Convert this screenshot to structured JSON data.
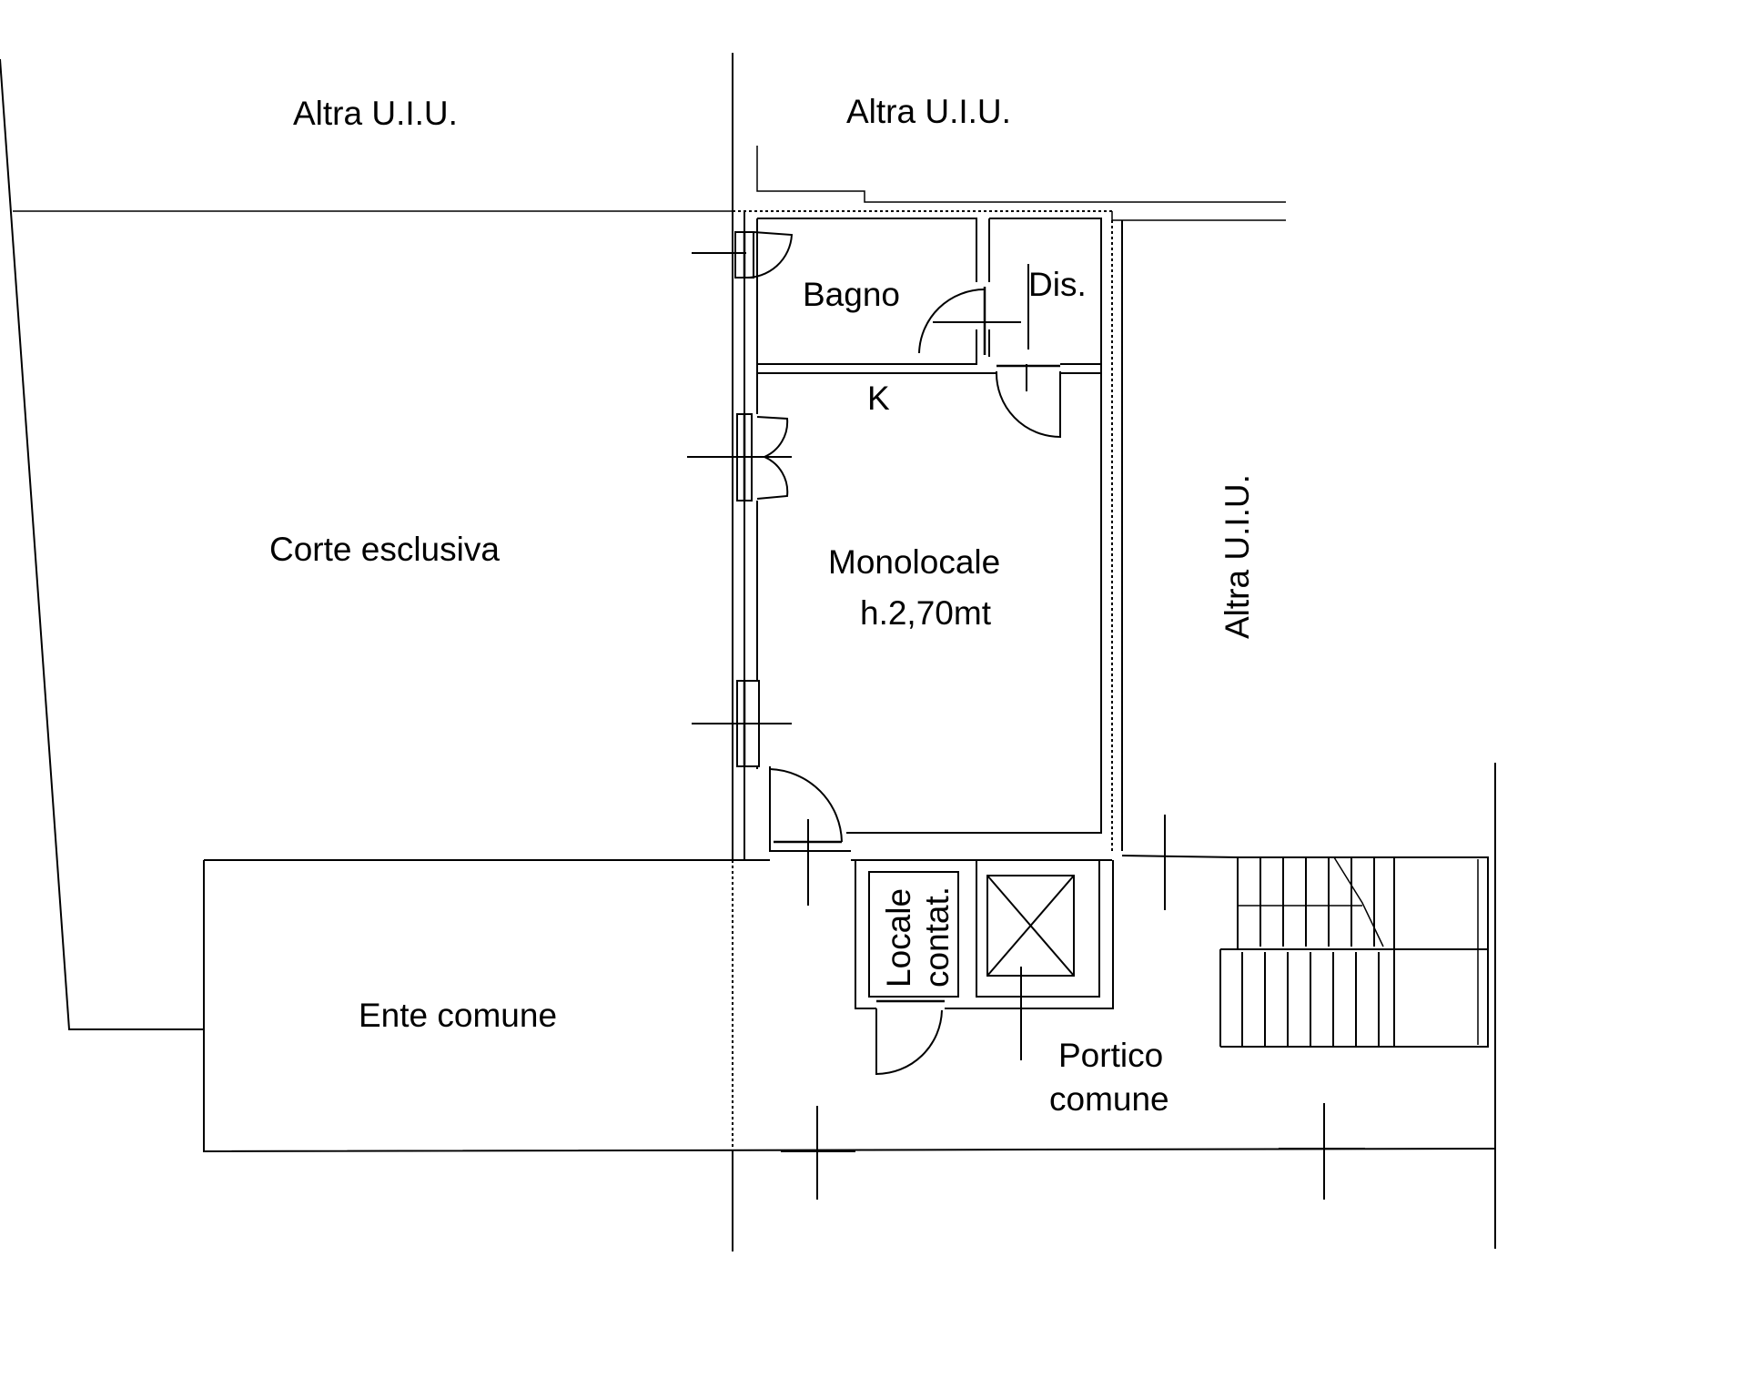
{
  "labels": {
    "altra_uiu_left": "Altra U.I.U.",
    "altra_uiu_center": "Altra U.I.U.",
    "altra_uiu_right": "Altra U.I.U.",
    "bagno": "Bagno",
    "dis": "Dis.",
    "k": "K",
    "corte_esclusiva": "Corte esclusiva",
    "monolocale": "Monolocale",
    "height": "h.2,70mt",
    "locale_contat_line1": "Locale",
    "locale_contat_line2": "contat.",
    "ente_comune": "Ente comune",
    "portico_line1": "Portico",
    "portico_line2": "comune"
  }
}
